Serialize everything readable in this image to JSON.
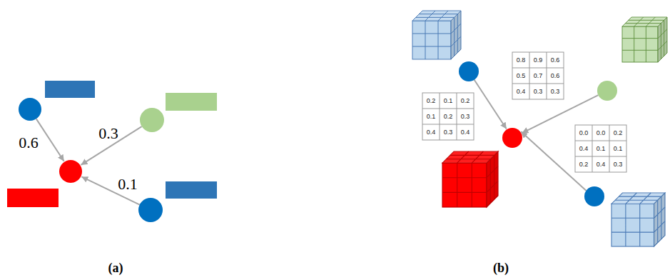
{
  "diagram": {
    "labels": [
      "0.6",
      "0.3",
      "0.1",
      "0.8",
      "0.9",
      "0.6",
      "0.5",
      "0.7",
      "0.6",
      "0.4",
      "0.3",
      "0.3",
      "0.2",
      "0.1",
      "0.2",
      "0.1",
      "0.2",
      "0.3",
      "0.4",
      "0.3",
      "0.4",
      "0.0",
      "0.0",
      "0.2",
      "0.4",
      "0.1",
      "0.1",
      "0.2",
      "0.4",
      "0.3",
      "(a)",
      "(b)"
    ]
  }
}
